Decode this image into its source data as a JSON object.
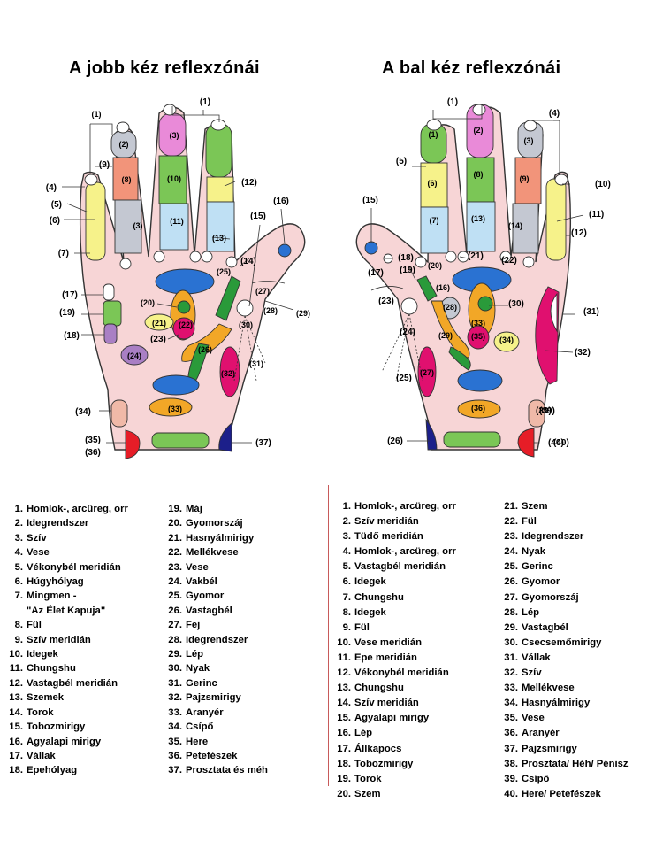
{
  "titles": {
    "right_hand": "A jobb kéz reflexzónái",
    "left_hand": "A bal kéz reflexzónái"
  },
  "colors": {
    "skin": "#f7d5d6",
    "outline": "#333333",
    "yellow": "#f6f28a",
    "pink": "#e98ad8",
    "green": "#7bc656",
    "grey": "#c4c8d2",
    "salmon": "#f2947a",
    "lightblue": "#bfe0f4",
    "blue": "#2a72d2",
    "magenta": "#e0106f",
    "orange": "#f2a727",
    "purple": "#a97fc4",
    "darkgreen": "#2a9a3a",
    "red": "#e61d27",
    "navy": "#1c1f8a",
    "lightpink": "#f0b9a8"
  },
  "right_hand_labels": [
    "(1)",
    "(2)",
    "(3)",
    "(4)",
    "(5)",
    "(6)",
    "(7)",
    "(8)",
    "(9)",
    "(10)",
    "(11)",
    "(12)",
    "(13)",
    "(14)",
    "(15)",
    "(16)",
    "(17)",
    "(18)",
    "(19)",
    "(20)",
    "(21)",
    "(22)",
    "(23)",
    "(24)",
    "(25)",
    "(26)",
    "(27)",
    "(28)",
    "(29)",
    "(30)",
    "(31)",
    "(32)",
    "(33)",
    "(34)",
    "(35)",
    "(36)",
    "(37)"
  ],
  "left_hand_labels": [
    "(1)",
    "(2)",
    "(3)",
    "(4)",
    "(5)",
    "(6)",
    "(7)",
    "(8)",
    "(9)",
    "(10)",
    "(11)",
    "(12)",
    "(13)",
    "(14)",
    "(15)",
    "(16)",
    "(17)",
    "(18)",
    "(19)",
    "(20)",
    "(21)",
    "(22)",
    "(23)",
    "(24)",
    "(25)",
    "(26)",
    "(27)",
    "(28)",
    "(29)",
    "(30)",
    "(31)",
    "(32)",
    "(33)",
    "(34)",
    "(35)",
    "(36)",
    "(37)",
    "(38)",
    "(39)",
    "(40)"
  ],
  "right_legend": [
    {
      "n": "1.",
      "t": "Homlok-, arcüreg, orr"
    },
    {
      "n": "2.",
      "t": "Idegrendszer"
    },
    {
      "n": "3.",
      "t": "Szív"
    },
    {
      "n": "4.",
      "t": "Vese"
    },
    {
      "n": "5.",
      "t": "Vékonybél meridián"
    },
    {
      "n": "6.",
      "t": "Húgyhólyag"
    },
    {
      "n": "7.",
      "t": "Mingmen -"
    },
    {
      "n": "",
      "t": "\"Az Élet Kapuja\""
    },
    {
      "n": "8.",
      "t": "Fül"
    },
    {
      "n": "9.",
      "t": "Szív meridián"
    },
    {
      "n": "10.",
      "t": "Idegek"
    },
    {
      "n": "11.",
      "t": "Chungshu"
    },
    {
      "n": "12.",
      "t": "Vastagbél meridián"
    },
    {
      "n": "13.",
      "t": "Szemek"
    },
    {
      "n": "14.",
      "t": "Torok"
    },
    {
      "n": "15.",
      "t": "Tobozmirigy"
    },
    {
      "n": "16.",
      "t": "Agyalapi mirigy"
    },
    {
      "n": "17.",
      "t": "Vállak"
    },
    {
      "n": "18.",
      "t": "Epehólyag"
    },
    {
      "n": "19.",
      "t": "Máj"
    },
    {
      "n": "20.",
      "t": "Gyomorszáj"
    },
    {
      "n": "21.",
      "t": "Hasnyálmirigy"
    },
    {
      "n": "22.",
      "t": "Mellékvese"
    },
    {
      "n": "23.",
      "t": "Vese"
    },
    {
      "n": "24.",
      "t": "Vakbél"
    },
    {
      "n": "25.",
      "t": "Gyomor"
    },
    {
      "n": "26.",
      "t": "Vastagbél"
    },
    {
      "n": "27.",
      "t": "Fej"
    },
    {
      "n": "28.",
      "t": "Idegrendszer"
    },
    {
      "n": "29.",
      "t": "Lép"
    },
    {
      "n": "30.",
      "t": "Nyak"
    },
    {
      "n": "31.",
      "t": "Gerinc"
    },
    {
      "n": "32.",
      "t": "Pajzsmirigy"
    },
    {
      "n": "33.",
      "t": "Aranyér"
    },
    {
      "n": "34.",
      "t": "Csípő"
    },
    {
      "n": "35.",
      "t": "Here"
    },
    {
      "n": "36.",
      "t": "Petefészek"
    },
    {
      "n": "37.",
      "t": "Prosztata és méh"
    }
  ],
  "left_legend": [
    {
      "n": "1.",
      "t": "Homlok-, arcüreg, orr"
    },
    {
      "n": "2.",
      "t": "Szív meridián"
    },
    {
      "n": "3.",
      "t": "Tüdő meridián"
    },
    {
      "n": "4.",
      "t": "Homlok-, arcüreg, orr"
    },
    {
      "n": "5.",
      "t": "Vastagbél meridián"
    },
    {
      "n": "6.",
      "t": "Idegek"
    },
    {
      "n": "7.",
      "t": "Chungshu"
    },
    {
      "n": "8.",
      "t": "Idegek"
    },
    {
      "n": "9.",
      "t": "Fül"
    },
    {
      "n": "10.",
      "t": "Vese meridián"
    },
    {
      "n": "11.",
      "t": "Epe meridián"
    },
    {
      "n": "12.",
      "t": "Vékonybél meridián"
    },
    {
      "n": "13.",
      "t": "Chungshu"
    },
    {
      "n": "14.",
      "t": "Szív meridián"
    },
    {
      "n": "15.",
      "t": "Agyalapi mirigy"
    },
    {
      "n": "16.",
      "t": "Lép"
    },
    {
      "n": "17.",
      "t": "Állkapocs"
    },
    {
      "n": "18.",
      "t": "Tobozmirigy"
    },
    {
      "n": "19.",
      "t": "Torok"
    },
    {
      "n": "20.",
      "t": "Szem"
    },
    {
      "n": "21.",
      "t": "Szem"
    },
    {
      "n": "22.",
      "t": "Fül"
    },
    {
      "n": "23.",
      "t": "Idegrendszer"
    },
    {
      "n": "24.",
      "t": "Nyak"
    },
    {
      "n": "25.",
      "t": "Gerinc"
    },
    {
      "n": "26.",
      "t": "Gyomor"
    },
    {
      "n": "27.",
      "t": "Gyomorszáj"
    },
    {
      "n": "28.",
      "t": "Lép"
    },
    {
      "n": "29.",
      "t": "Vastagbél"
    },
    {
      "n": "30.",
      "t": "Csecsemőmirigy"
    },
    {
      "n": "31.",
      "t": "Vállak"
    },
    {
      "n": "32.",
      "t": "Szív"
    },
    {
      "n": "33.",
      "t": "Mellékvese"
    },
    {
      "n": "34.",
      "t": "Hasnyálmirigy"
    },
    {
      "n": "35.",
      "t": "Vese"
    },
    {
      "n": "36.",
      "t": "Aranyér"
    },
    {
      "n": "37.",
      "t": "Pajzsmirigy"
    },
    {
      "n": "38.",
      "t": "Prosztata/ Héh/ Pénisz"
    },
    {
      "n": "39.",
      "t": "Csípő"
    },
    {
      "n": "40.",
      "t": "Here/ Petefészek"
    }
  ]
}
